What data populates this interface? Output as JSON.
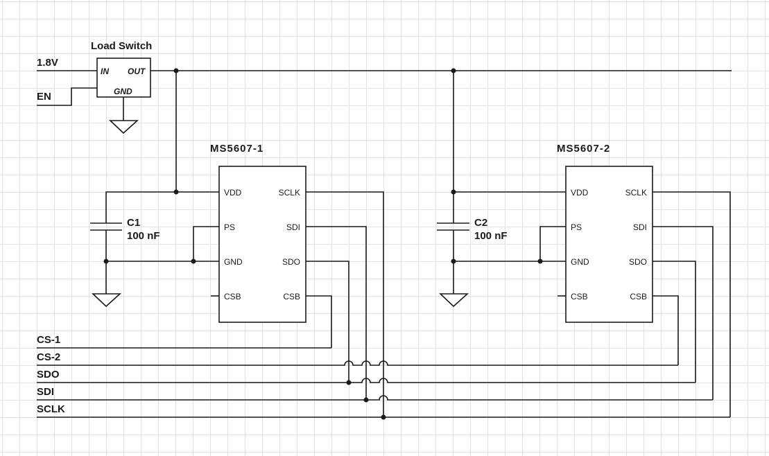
{
  "inputs": {
    "supply": "1.8V",
    "enable": "EN"
  },
  "load_switch": {
    "title": "Load Switch",
    "pin_in": "IN",
    "pin_out": "OUT",
    "pin_gnd": "GND"
  },
  "sensors": [
    {
      "name": "MS5607-1",
      "pins": {
        "vdd": "VDD",
        "ps": "PS",
        "gnd": "GND",
        "csb_left": "CSB",
        "sclk": "SCLK",
        "sdi": "SDI",
        "sdo": "SDO",
        "csb_right": "CSB"
      }
    },
    {
      "name": "MS5607-2",
      "pins": {
        "vdd": "VDD",
        "ps": "PS",
        "gnd": "GND",
        "csb_left": "CSB",
        "sclk": "SCLK",
        "sdi": "SDI",
        "sdo": "SDO",
        "csb_right": "CSB"
      }
    }
  ],
  "capacitors": [
    {
      "name": "C1",
      "value": "100 nF"
    },
    {
      "name": "C2",
      "value": "100 nF"
    }
  ],
  "bus": [
    "CS-1",
    "CS-2",
    "SDO",
    "SDI",
    "SCLK"
  ]
}
